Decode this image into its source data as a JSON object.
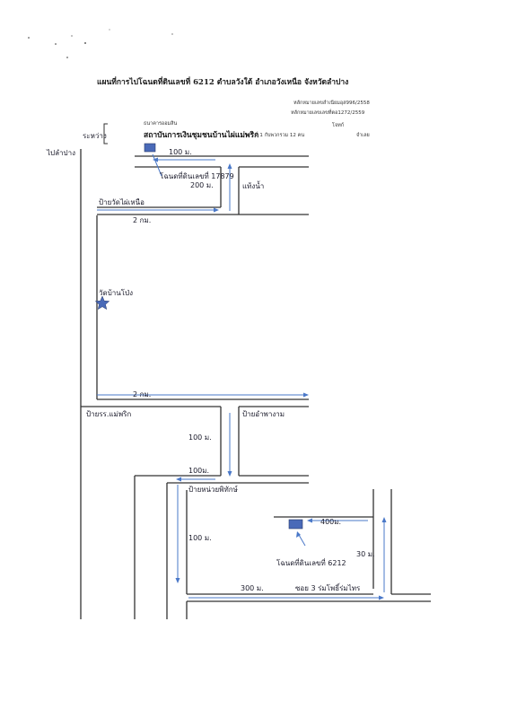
{
  "title": "แผนที่การไปโฉนดที่ดินเลขที่  6212  ตำบลวังใต้  อำเภอวังเหนือ    จังหวัดลำปาง",
  "ref1": "หลักหมายเลขสำเนียมอุส996/2558",
  "ref2": "หลักหมายเลขเลขที่ตอ1272/2559",
  "between_label": "ระหว่าง",
  "bank_small": "ธนาคารออมสิน",
  "plaintiff_small": "โจทก์",
  "org_name": "สถาบันการเงินชุมชนบ้านไผ่แม่พริก",
  "org_detail": "ที่ 1 กับพวกรวม 12 คน",
  "defendant": "จำเลย",
  "to_lampang": "ไปลำปาง",
  "dist_100_top": "100 ม.",
  "deed_17879": "โฉนดที่ดินเลขที่ 17879",
  "dist_200": "200  ม.",
  "water_tank": "แท้งน้ำ",
  "sign_wat_phai_nuea": "ป้ายวัดไผ่เหนือ",
  "dist_2km_a": "2 กม.",
  "temple_ban_pong": "วัดบ้านโป่ง",
  "dist_2km_b": "2 กม.",
  "sign_school": "ป้ายรร.แม่พริก",
  "sign_sala": "ป้ายอำพางาม",
  "dist_100_mid": "100 ม.",
  "dist_100_mid2": "100ม.",
  "sign_health": "ป้ายหน่วยพิทักษ์",
  "dist_100_left": "100 ม.",
  "dist_400": "400ม.",
  "deed_6212": "โฉนดที่ดินเลขที่ 6212",
  "dist_30": "30 ม.",
  "dist_300": "300 ม.",
  "soi_3": "ซอย 3 ร่มโพธิ์ร่มไทร",
  "colors": {
    "marker": "#4a6ab8",
    "arrow": "#4a78c8",
    "road": "#333333"
  },
  "icons": {
    "temple_marker": "star-icon"
  }
}
